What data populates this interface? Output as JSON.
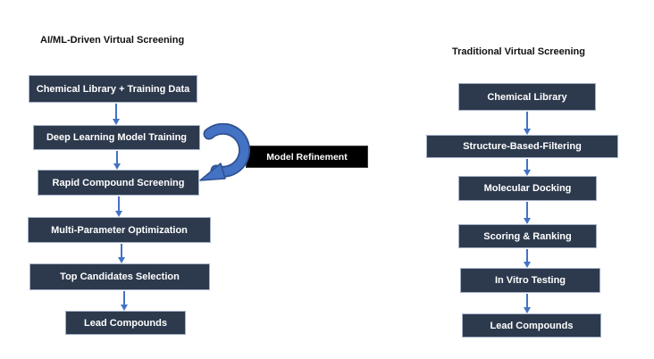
{
  "colors": {
    "background": "#ffffff",
    "box_fill": "#2d3a4d",
    "box_border": "#a6b3c8",
    "box_text": "#ffffff",
    "arrow_blue": "#4472c4",
    "arrow_outline": "#2f528f",
    "refinement_fill": "#000000",
    "refinement_text": "#ffffff",
    "title_text": "#111111"
  },
  "left_flow": {
    "title": "AI/ML-Driven Virtual Screening",
    "steps": [
      "Chemical Library + Training Data",
      "Deep Learning Model Training",
      "Rapid Compound Screening",
      "Multi-Parameter Optimization",
      "Top Candidates Selection",
      "Lead Compounds"
    ],
    "refinement_label": "Model Refinement"
  },
  "right_flow": {
    "title": "Traditional Virtual Screening",
    "steps": [
      "Chemical Library",
      "Structure-Based-Filtering",
      "Molecular Docking",
      "Scoring & Ranking",
      "In Vitro Testing",
      "Lead Compounds"
    ]
  }
}
